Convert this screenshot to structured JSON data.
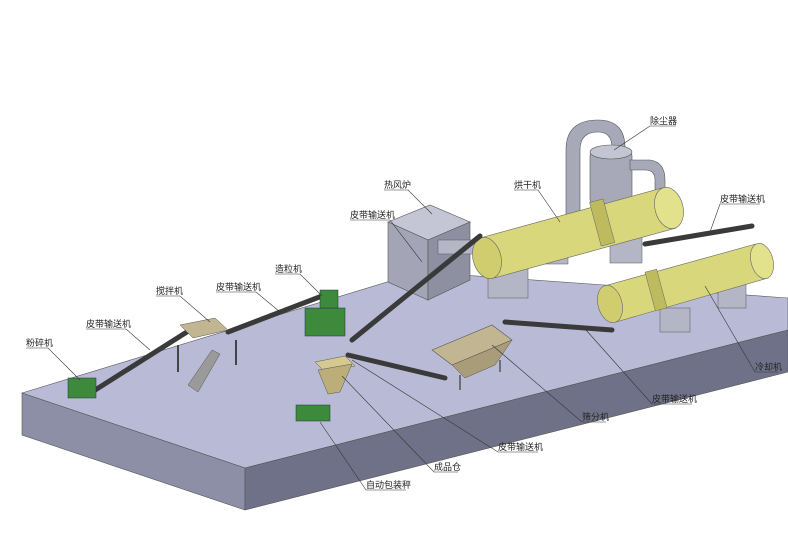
{
  "title": "Fertilizer granulation production line",
  "colors": {
    "platform_top": "#b9bbd6",
    "platform_side": "#7d7f96",
    "platform_front": "#6a6c82",
    "dryer": "#d8d77c",
    "pipe": "#a7a9b8",
    "machine_green": "#3d8a3d",
    "conveyor": "#3a3a3a"
  },
  "labels": {
    "crusher": "粉碎机",
    "conveyor_1": "皮带输送机",
    "mixer": "搅拌机",
    "conveyor_2": "皮带输送机",
    "granulator": "造粒机",
    "conveyor_3": "皮带输送机",
    "hot_air_furnace": "热风炉",
    "dryer": "烘干机",
    "dust_collector": "除尘器",
    "conveyor_4": "皮带输送机",
    "cooler": "冷却机",
    "conveyor_5": "皮带输送机",
    "screener": "筛分机",
    "conveyor_6": "皮带输送机",
    "product_bin": "成品仓",
    "auto_packing_scale": "自动包装秤"
  }
}
